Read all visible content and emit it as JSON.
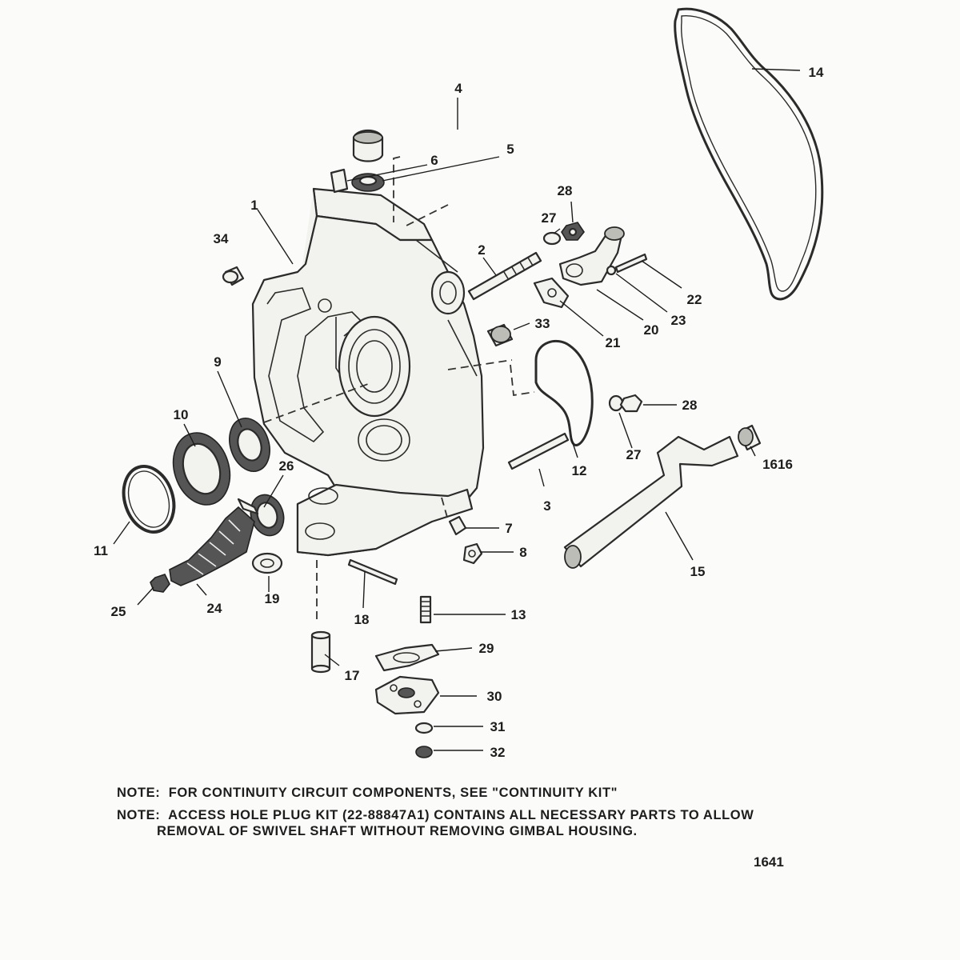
{
  "callouts": {
    "c1": "1",
    "c2": "2",
    "c3": "3",
    "c4": "4",
    "c5": "5",
    "c6": "6",
    "c7": "7",
    "c8": "8",
    "c9": "9",
    "c10": "10",
    "c11": "11",
    "c12": "12",
    "c13": "13",
    "c14": "14",
    "c15": "15",
    "c16": "1616",
    "c17": "17",
    "c18": "18",
    "c19": "19",
    "c20": "20",
    "c21": "21",
    "c22": "22",
    "c23": "23",
    "c24": "24",
    "c25": "25",
    "c26": "26",
    "c27a": "27",
    "c27b": "27",
    "c28a": "28",
    "c28b": "28",
    "c29": "29",
    "c30": "30",
    "c31": "31",
    "c32": "32",
    "c33": "33",
    "c34": "34"
  },
  "notes": {
    "note1": "NOTE:  FOR CONTINUITY CIRCUIT COMPONENTS, SEE \"CONTINUITY KIT\"",
    "note2_line1": "NOTE:  ACCESS HOLE PLUG KIT (22-88847A1) CONTAINS ALL NECESSARY PARTS TO ALLOW",
    "note2_line2": "REMOVAL OF SWIVEL SHAFT WITHOUT REMOVING GIMBAL HOUSING."
  },
  "figure_number": "1641"
}
